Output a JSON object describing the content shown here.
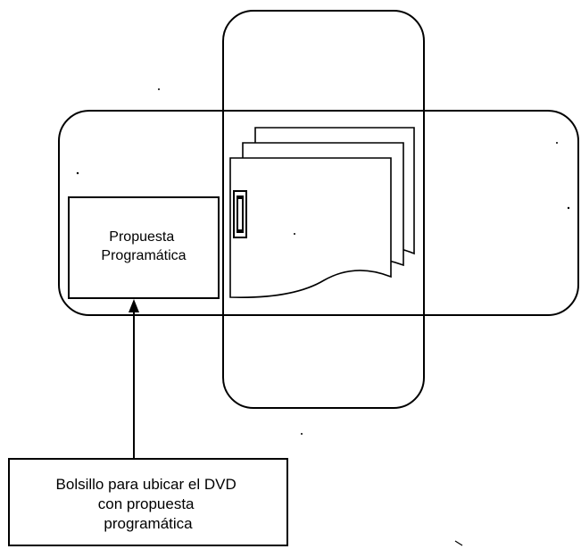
{
  "diagram": {
    "pocket_label": [
      "Propuesta",
      "Programática"
    ],
    "callout_label": [
      "Bolsillo para ubicar el DVD",
      "con propuesta",
      "programática"
    ]
  },
  "colors": {
    "stroke": "#000000",
    "background": "#ffffff"
  },
  "icons": {
    "binder_clip": "binder-clip-icon",
    "document_stack": "document-stack-icon"
  }
}
